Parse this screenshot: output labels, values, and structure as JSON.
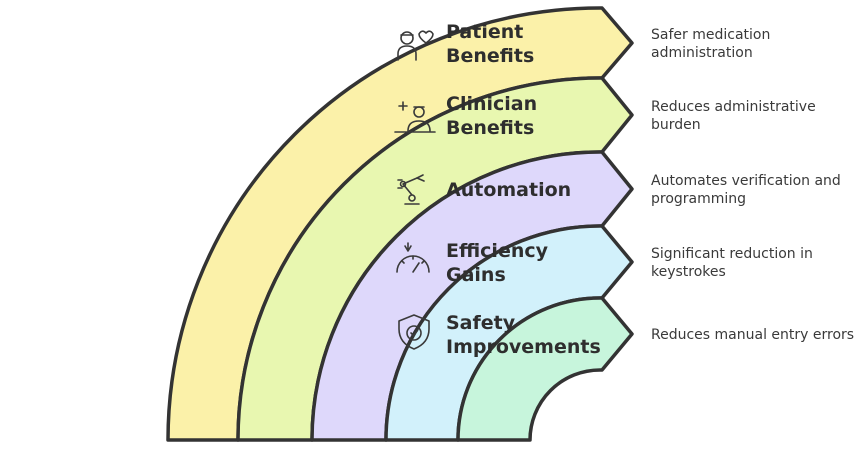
{
  "bands": [
    {
      "id": "patient",
      "title_lines": [
        "Patient",
        "Benefits"
      ],
      "icon": "patient-heart-icon",
      "color": "#fbf1a9",
      "description_lines": [
        "Safer medication",
        "administration"
      ]
    },
    {
      "id": "clinician",
      "title_lines": [
        "Clinician",
        "Benefits"
      ],
      "icon": "clinician-icon",
      "color": "#e8f7b0",
      "description_lines": [
        "Reduces administrative",
        "burden"
      ]
    },
    {
      "id": "automation",
      "title_lines": [
        "Automation"
      ],
      "icon": "robotic-arm-icon",
      "color": "#ded8fb",
      "description_lines": [
        "Automates verification and",
        "programming"
      ]
    },
    {
      "id": "efficiency",
      "title_lines": [
        "Efficiency",
        "Gains"
      ],
      "icon": "speedometer-icon",
      "color": "#d2f1fb",
      "description_lines": [
        "Significant reduction in",
        "keystrokes"
      ]
    },
    {
      "id": "safety",
      "title_lines": [
        "Safety",
        "Improvements"
      ],
      "icon": "shield-check-icon",
      "color": "#c7f5dc",
      "description_lines": [
        "Reduces manual entry errors"
      ]
    }
  ],
  "stroke_color": "#333333"
}
